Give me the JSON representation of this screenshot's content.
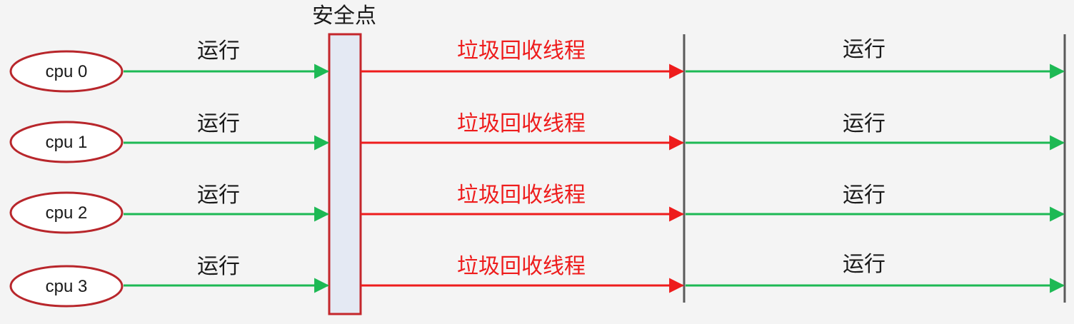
{
  "diagram": {
    "safepoint_label": "安全点",
    "colors": {
      "background": "#f4f4f4",
      "green": "#1db954",
      "red": "#ee1c1c",
      "ellipse_stroke": "#b8262b",
      "safepoint_fill": "#e4e9f3",
      "safepoint_stroke": "#c4262b",
      "divider": "#5a5a5a",
      "text": "#1a1a1a"
    },
    "rows": [
      {
        "cpu": "cpu 0",
        "run_before": "运行",
        "gc": "垃圾回收线程",
        "run_after": "运行"
      },
      {
        "cpu": "cpu 1",
        "run_before": "运行",
        "gc": "垃圾回收线程",
        "run_after": "运行"
      },
      {
        "cpu": "cpu 2",
        "run_before": "运行",
        "gc": "垃圾回收线程",
        "run_after": "运行"
      },
      {
        "cpu": "cpu 3",
        "run_before": "运行",
        "gc": "垃圾回收线程",
        "run_after": "运行"
      }
    ]
  }
}
